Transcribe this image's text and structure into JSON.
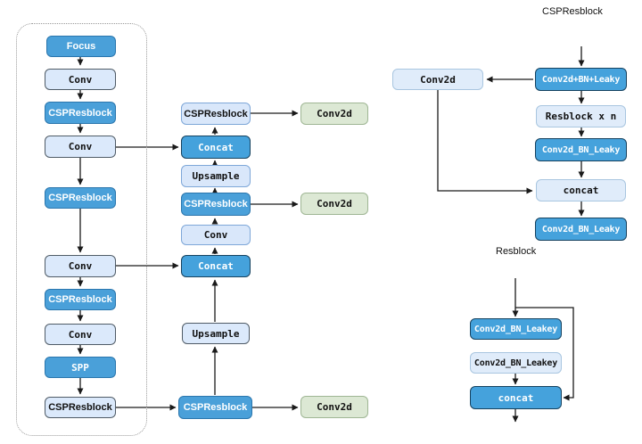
{
  "main": {
    "backbone": [
      "Focus",
      "Conv",
      "CSPResblock",
      "Conv",
      "CSPResblock",
      "Conv",
      "CSPResblock",
      "Conv",
      "SPP",
      "CSPResblock"
    ],
    "neck": [
      "CSPResblock",
      "Concat",
      "Upsample",
      "CSPResblock",
      "Conv",
      "Concat",
      "Upsample",
      "CSPResblock"
    ],
    "heads": [
      "Conv2d",
      "Conv2d",
      "Conv2d"
    ]
  },
  "csp_detail": {
    "title": "CSPResblock",
    "conv2d": "Conv2d",
    "conv_bn_leaky_in": "Conv2d+BN+Leaky",
    "resblock_xn": "Resblock x n",
    "conv_bn_leaky_mid": "Conv2d_BN_Leaky",
    "concat": "concat",
    "conv_bn_leaky_out": "Conv2d_BN_Leaky"
  },
  "res_detail": {
    "title": "Resblock",
    "conv_bn_leakey_a": "Conv2d_BN_Leakey",
    "conv_bn_leakey_b": "Conv2d_BN_Leakey",
    "concat": "concat"
  },
  "colors": {
    "blue_fill": "#4aa0d9",
    "blue_border": "#2b76ad",
    "dark_border": "#16425f",
    "light_fill": "#dbe9fb",
    "green_fill": "#dce8d4",
    "green_border": "#9fb694",
    "line": "#1a1a1a"
  }
}
